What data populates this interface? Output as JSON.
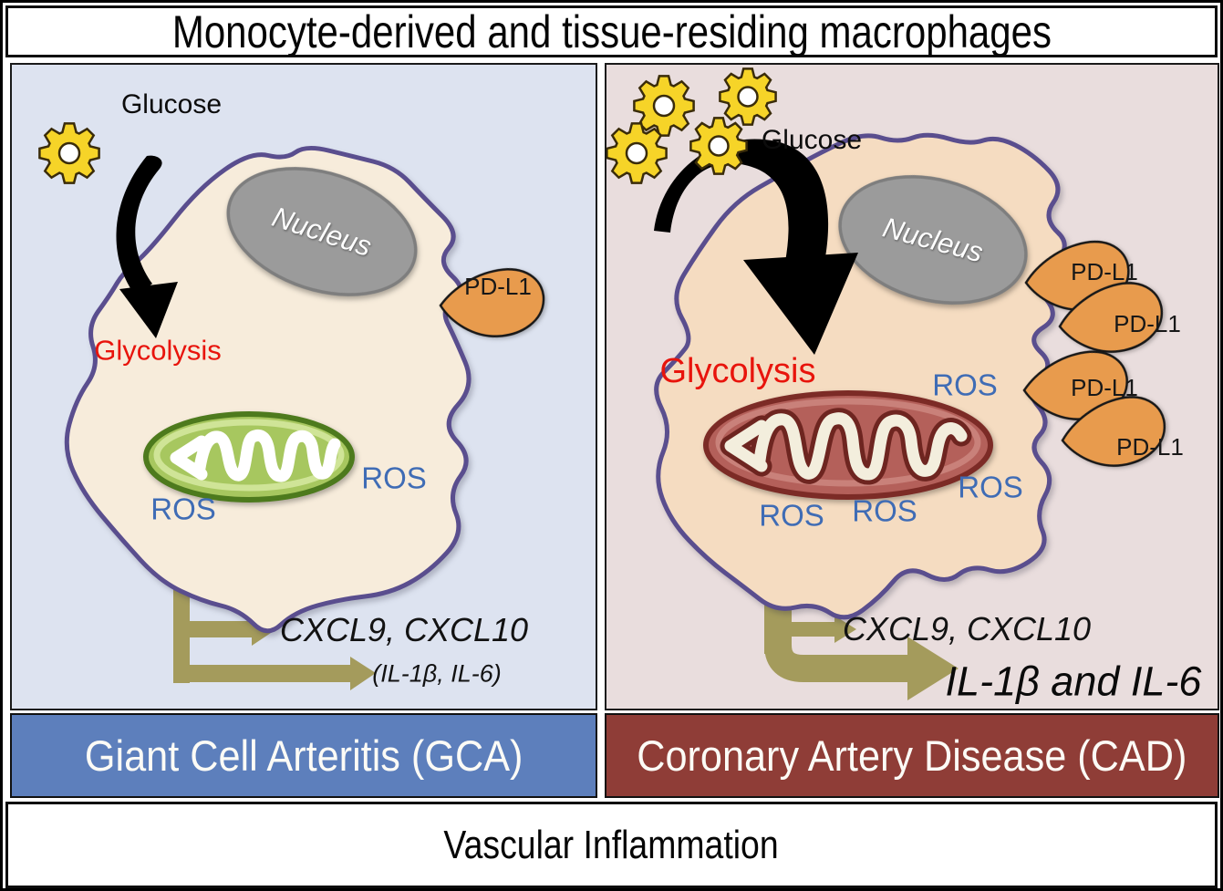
{
  "title": "Monocyte-derived and tissue-residing macrophages",
  "footer": "Vascular Inflammation",
  "colors": {
    "gca_bg": "#dde3f0",
    "cad_bg": "#e9dddd",
    "gca_bar": "#5d7fbc",
    "cad_bar": "#8f3d37",
    "cell_gca": "#f7ecdb",
    "cell_cad": "#f5dcc1",
    "membrane": "#5a4e8e",
    "nucleus_fill": "#9b9b9b",
    "glycolysis_red": "#e8140c",
    "ros_blue": "#3f6cb5",
    "pdl1_orange": "#e89b4d",
    "gear_yellow": "#f6d428",
    "mito_gca": "#a7c75f",
    "mito_gca_border": "#4d7a1d",
    "mito_cad": "#b4605a",
    "mito_cad_border": "#7c2b26",
    "secretion_olive": "#a49b5c",
    "arrow_black": "#000000"
  },
  "panels": {
    "gca": {
      "label": "Giant Cell Arteritis (GCA)",
      "glucose": "Glucose",
      "nucleus": "Nucleus",
      "glycolysis": "Glycolysis",
      "ros": "ROS",
      "pdl1": "PD-L1",
      "chemokines": "CXCL9, CXCL10",
      "interleukins": "(IL-1β, IL-6)"
    },
    "cad": {
      "label": "Coronary Artery Disease (CAD)",
      "glucose": "Glucose",
      "nucleus": "Nucleus",
      "glycolysis": "Glycolysis",
      "ros": "ROS",
      "pdl1": "PD-L1",
      "chemokines": "CXCL9, CXCL10",
      "interleukins": "IL-1β and IL-6"
    }
  }
}
